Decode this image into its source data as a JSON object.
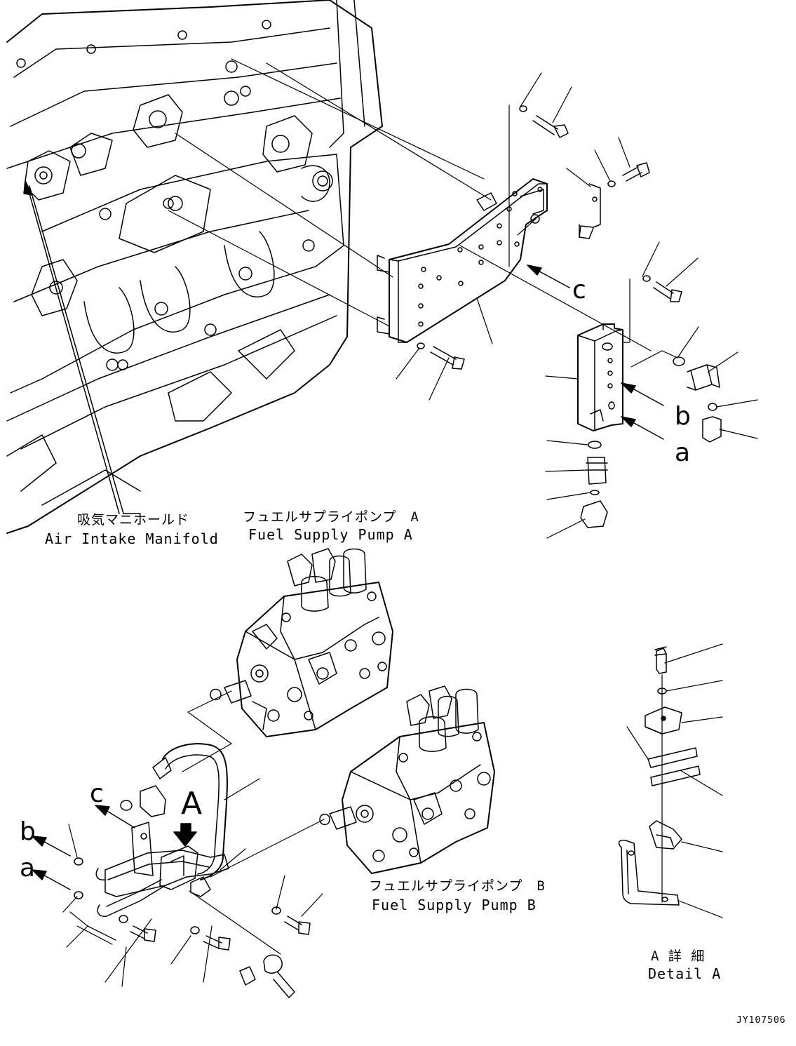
{
  "labels": {
    "intake_jp": "吸気マニホールド",
    "intake_en": "Air Intake Manifold",
    "pump_a_jp": "フュエルサプライポンプ　A",
    "pump_a_en": "Fuel Supply Pump A",
    "pump_b_jp": "フュエルサプライポンプ　B",
    "pump_b_en": "Fuel Supply Pump B",
    "detail_jp": "A 詳 細",
    "detail_en": "Detail A",
    "drawing_no": "JY107506"
  },
  "view_letters": {
    "a_upper": "a",
    "b_upper": "b",
    "c_upper": "c",
    "a_lower": "a",
    "b_lower": "b",
    "c_lower": "c",
    "detail_arrow": "A"
  }
}
